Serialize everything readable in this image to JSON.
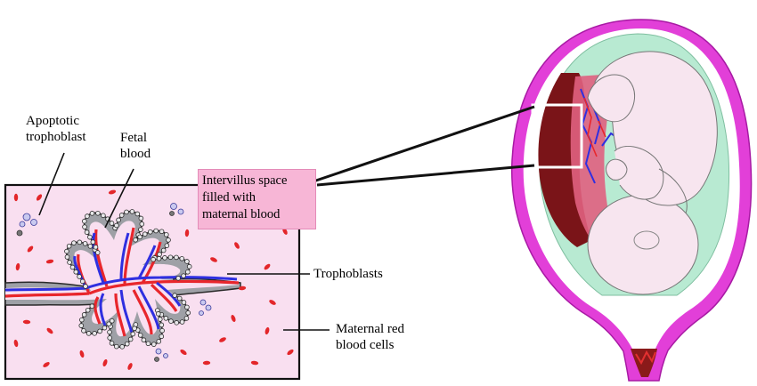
{
  "labels": {
    "apoptotic_trophoblast": [
      "Apoptotic",
      "trophoblast"
    ],
    "fetal_blood": [
      "Fetal",
      "blood"
    ],
    "intervillus_space": [
      "Intervillus space",
      "filled with",
      "maternal blood"
    ],
    "trophoblasts": "Trophoblasts",
    "maternal_rbc": [
      "Maternal red",
      "blood cells"
    ]
  },
  "colors": {
    "intervillus_fill": "#f9dff0",
    "label_box": "#f7b6d6",
    "uterus_wall": "#e23fd8",
    "amniotic_fluid": "#b8ead2",
    "fetus_skin": "#f7e5ef",
    "placenta": "#7a1418",
    "fetal_vessel_blue": "#2f2fe0",
    "fetal_vessel_red": "#e8262c",
    "rbc": "#e3262a"
  },
  "icons": [
    "villus-tree",
    "uterus",
    "fetus",
    "placenta",
    "magnifier-frame"
  ]
}
